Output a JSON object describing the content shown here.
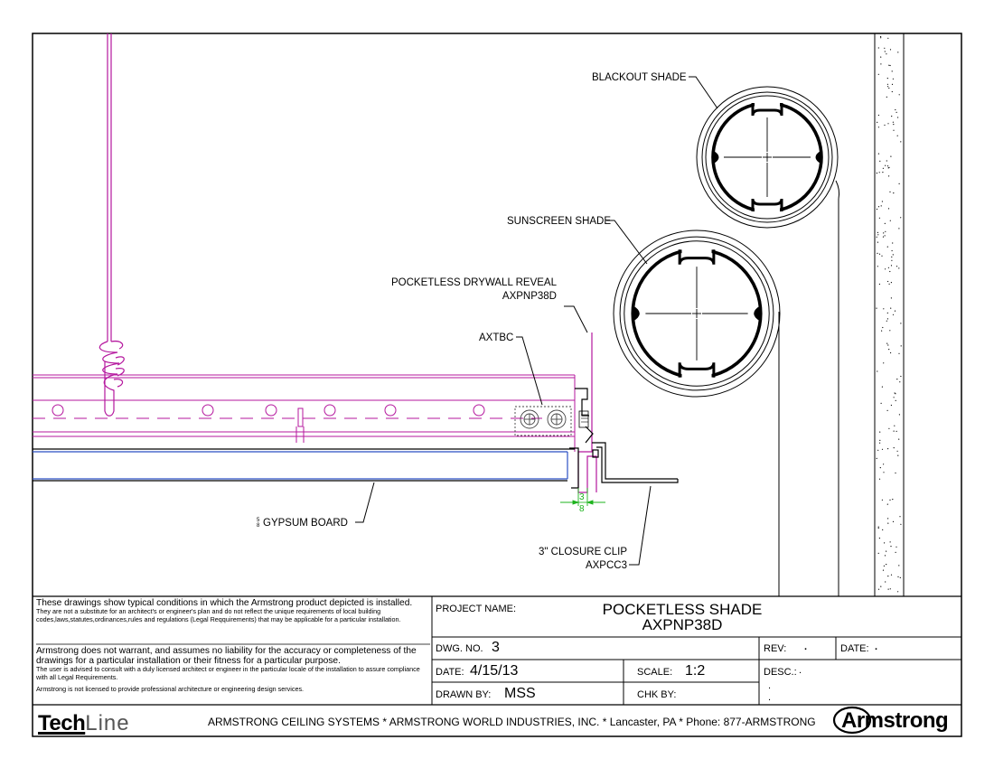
{
  "labels": {
    "blackout": "BLACKOUT SHADE",
    "sunscreen": "SUNSCREEN SHADE",
    "reveal_line1": "POCKETLESS DRYWALL REVEAL",
    "reveal_line2": "AXPNP38D",
    "axtbc": "AXTBC",
    "gypsum": "GYPSUM BOARD",
    "closure_line1": "3\" CLOSURE CLIP",
    "closure_line2": "AXPCC3",
    "dimension_num": "3",
    "dimension_den": "8",
    "gypsum_frac_num": "5",
    "gypsum_frac_den": "8"
  },
  "disclaimer": {
    "p1_big": "These drawings show typical conditions in which the Armstrong product depicted is installed.",
    "p1_small": "They are not a substitute for an architect's or engineer's plan and do not reflect the unique requirements of local building codes,laws,statutes,ordinances,rules and regulations (Legal Reqquirements) that may be applicable for a particular installation.",
    "p2_big": "Armstrong does not warrant, and assumes no liability for the accuracy or completeness of the drawings for a particular installation or their fitness for a particular purpose.",
    "p2_small": "The user is  advised to consult with a duly licensed architect or engineer in the particular locale of the installation to assure  compliance with all Legal Requirements.",
    "p3_small": "Armstrong is not licensed to provide professional architecture or engineering design services."
  },
  "title_block": {
    "project_name_label": "PROJECT NAME:",
    "project_name_line1": "POCKETLESS SHADE",
    "project_name_line2": "AXPNP38D",
    "dwg_no_label": "DWG. NO.",
    "dwg_no": "3",
    "date_label": "DATE:",
    "date": "4/15/13",
    "scale_label": "SCALE:",
    "scale": "1:2",
    "drawn_by_label": "DRAWN BY:",
    "drawn_by": "MSS",
    "chk_by_label": "CHK BY:",
    "rev_label": "REV:",
    "rev_value": ".",
    "rev_date_label": "DATE:",
    "rev_date_value": ".",
    "desc_label": "DESC.:",
    "desc_value": ".",
    "desc_extra1": ".",
    "desc_extra2": "."
  },
  "footer": {
    "logo_left_bold": "Tech",
    "logo_left_light": "Line",
    "company_line": "ARMSTRONG CEILING SYSTEMS * ARMSTRONG WORLD INDUSTRIES, INC. * Lancaster, PA * Phone: 877-ARMSTRONG",
    "logo_right": "Armstrong"
  },
  "colors": {
    "magenta": "#b5179e",
    "blue": "#2b4fc4",
    "green": "#1db31d",
    "black": "#000000"
  }
}
